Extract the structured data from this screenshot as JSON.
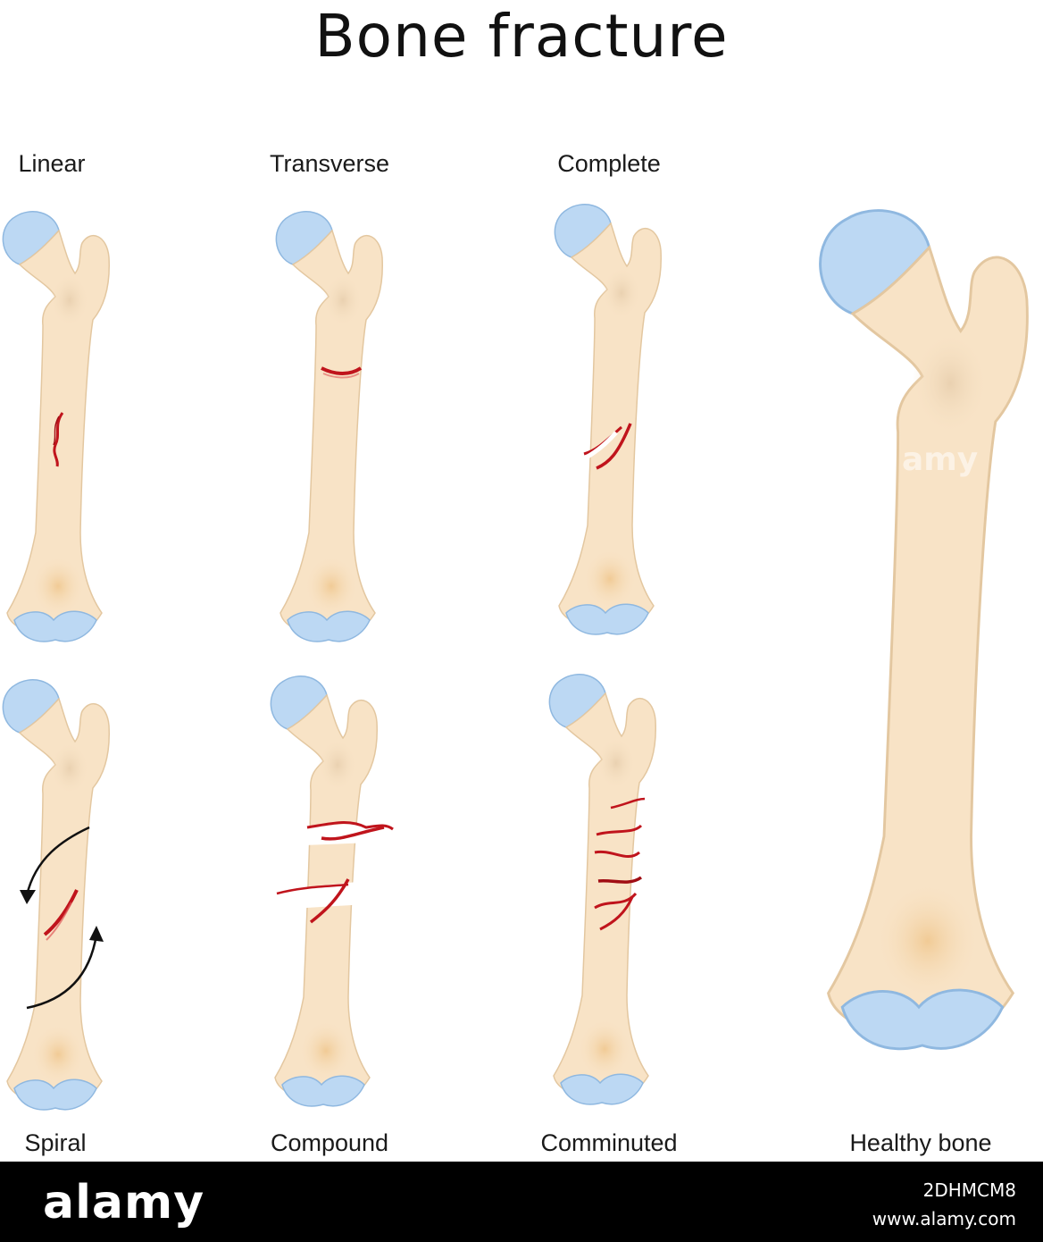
{
  "title": "Bone fracture",
  "labels": {
    "linear": "Linear",
    "transverse": "Transverse",
    "complete": "Complete",
    "spiral": "Spiral",
    "compound": "Compound",
    "comminuted": "Comminuted",
    "healthy": "Healthy bone"
  },
  "footer": {
    "logo": "alamy",
    "image_id": "2DHMCM8",
    "url": "www.alamy.com"
  },
  "watermark": "amy",
  "colors": {
    "bone": "#f8e3c6",
    "bone_outline": "#e3c7a0",
    "cartilage": "#bcd8f3",
    "cartilage_outline": "#8fb8e0",
    "fracture": "#c0141c",
    "metaphysis": "#f0c890"
  }
}
